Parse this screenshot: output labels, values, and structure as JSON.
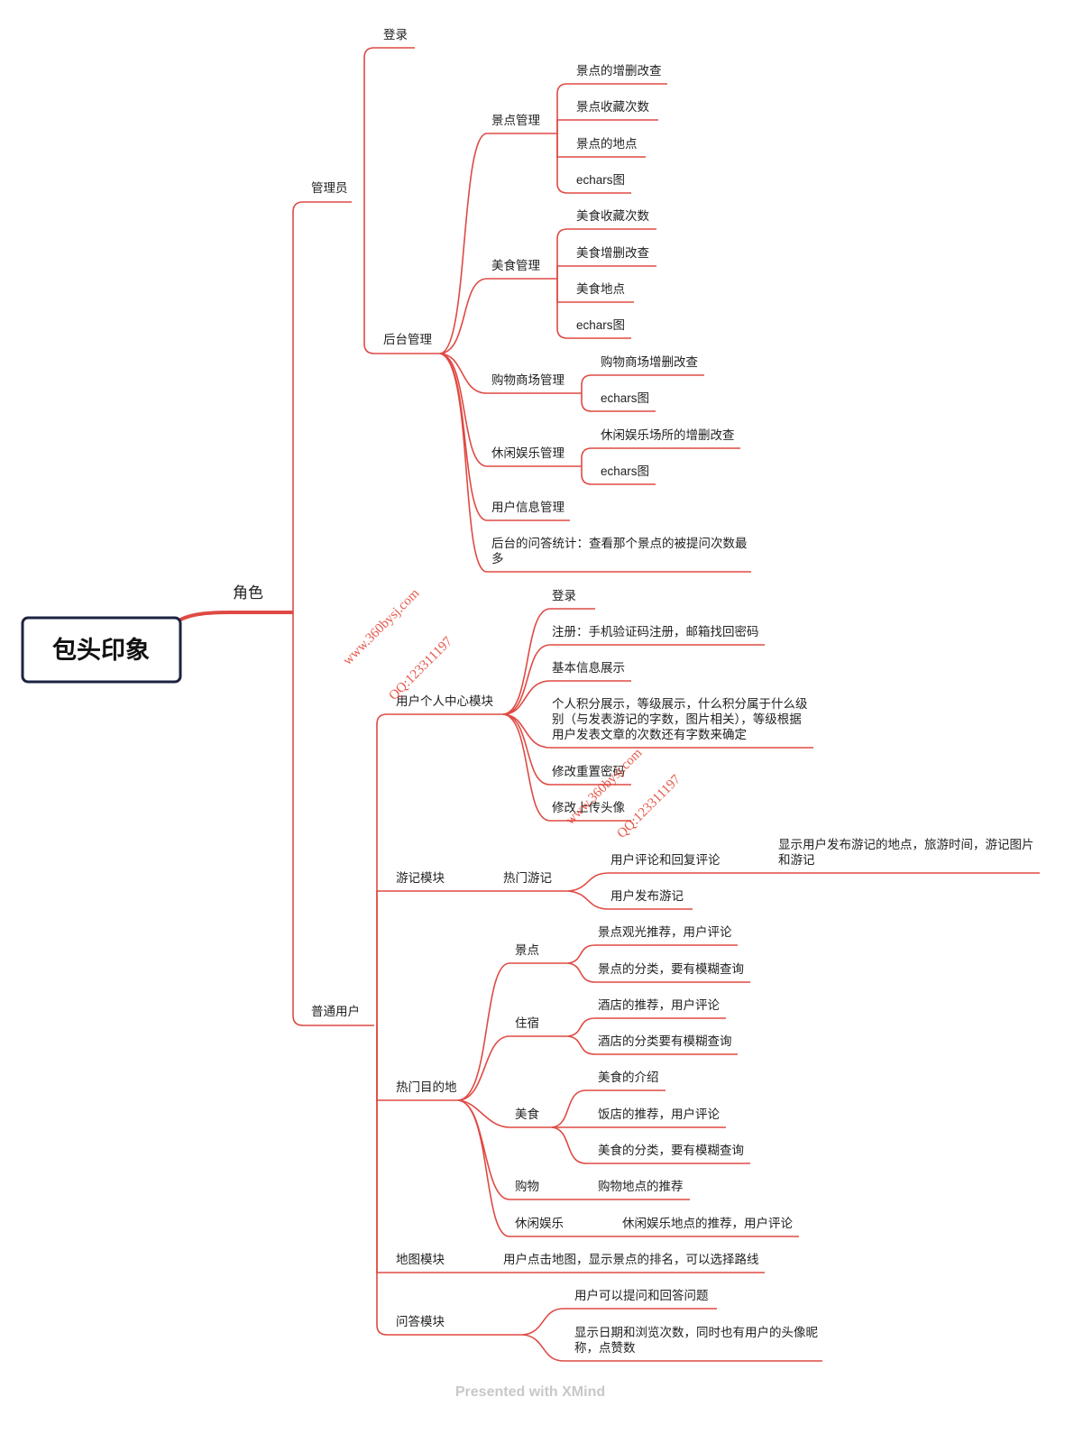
{
  "root": "包头印象",
  "l1": "角色",
  "admin": {
    "label": "管理员",
    "login": "登录",
    "backend": "后台管理",
    "scenic": {
      "label": "景点管理",
      "items": [
        "景点的增删改查",
        "景点收藏次数",
        "景点的地点",
        "echars图"
      ]
    },
    "food": {
      "label": "美食管理",
      "items": [
        "美食收藏次数",
        "美食增删改查",
        "美食地点",
        "echars图"
      ]
    },
    "mall": {
      "label": "购物商场管理",
      "items": [
        "购物商场增删改查",
        "echars图"
      ]
    },
    "leisure": {
      "label": "休闲娱乐管理",
      "items": [
        "休闲娱乐场所的增删改查",
        "echars图"
      ]
    },
    "userinfo": "用户信息管理",
    "qa_stats": [
      "后台的问答统计：查看那个景点的被提问次数最",
      "多"
    ]
  },
  "user": {
    "label": "普通用户",
    "center": {
      "label": "用户个人中心模块",
      "items": {
        "login": "登录",
        "register": "注册：手机验证码注册，邮箱找回密码",
        "info": "基本信息展示",
        "points": [
          "个人积分展示，等级展示，什么积分属于什么级",
          "别（与发表游记的字数，图片相关），等级根据",
          "用户发表文章的次数还有字数来确定"
        ],
        "password": "修改重置密码",
        "avatar": "修改上传头像"
      }
    },
    "travel": {
      "label": "游记模块",
      "hot": "热门游记",
      "comment": "用户评论和回复评论",
      "comment_detail": [
        "显示用户发布游记的地点，旅游时间，游记图片",
        "和游记"
      ],
      "publish": "用户发布游记"
    },
    "dest": {
      "label": "热门目的地",
      "scenic": {
        "label": "景点",
        "items": [
          "景点观光推荐，用户评论",
          "景点的分类，要有模糊查询"
        ]
      },
      "stay": {
        "label": "住宿",
        "items": [
          "酒店的推荐，用户评论",
          "酒店的分类要有模糊查询"
        ]
      },
      "food": {
        "label": "美食",
        "items": [
          "美食的介绍",
          "饭店的推荐，用户评论",
          "美食的分类，要有模糊查询"
        ]
      },
      "shop": {
        "label": "购物",
        "item": "购物地点的推荐"
      },
      "leisure": {
        "label": "休闲娱乐",
        "item": "休闲娱乐地点的推荐，用户评论"
      }
    },
    "map": {
      "label": "地图模块",
      "item": "用户点击地图，显示景点的排名，可以选择路线"
    },
    "qa": {
      "label": "问答模块",
      "ask": "用户可以提问和回答问题",
      "show": [
        "显示日期和浏览次数，同时也有用户的头像昵",
        "称，点赞数"
      ]
    }
  },
  "watermarks": {
    "site": "www.360bysj.com",
    "qq": "QQ:123311197"
  },
  "footer": "Presented with XMind",
  "colors": {
    "line": "#df4a44",
    "root_border": "#1e2340"
  }
}
